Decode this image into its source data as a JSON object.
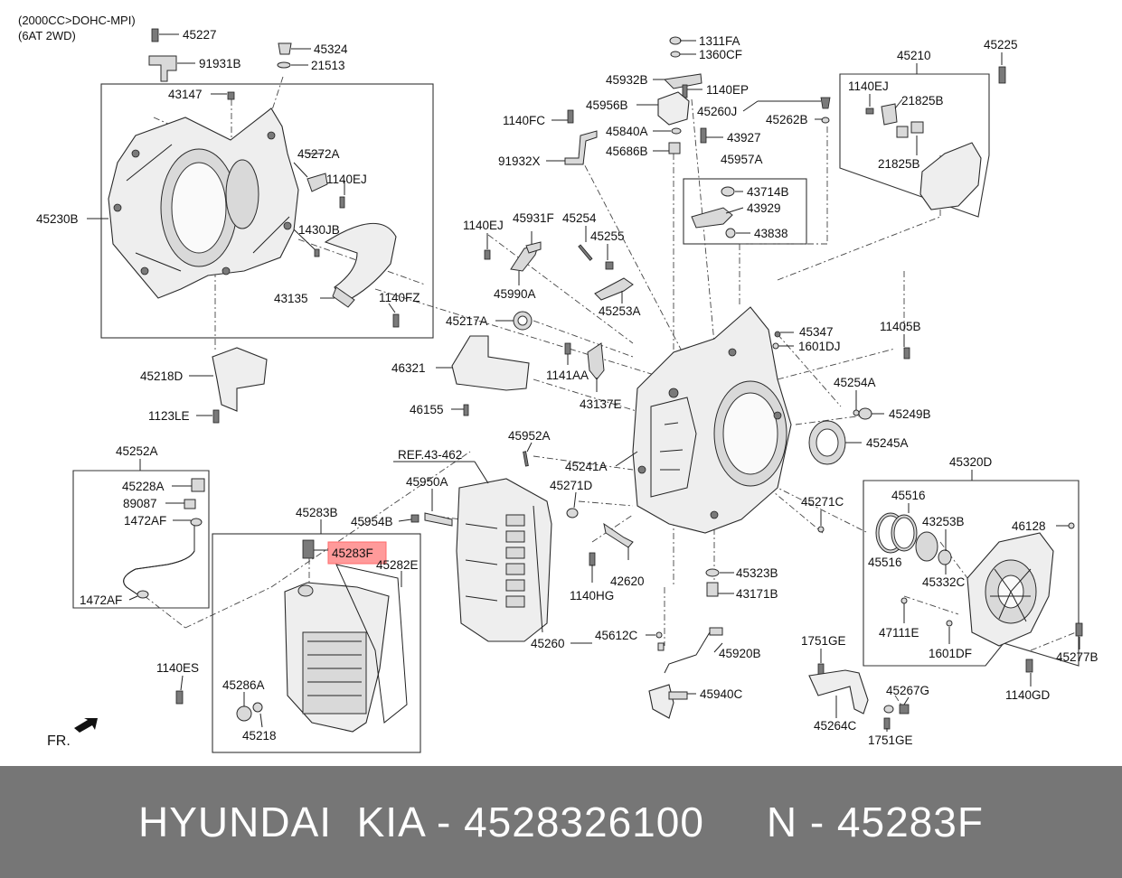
{
  "header": {
    "line1": "(2000CC>DOHC-MPI)",
    "line2": "(6AT 2WD)"
  },
  "ref_label": "REF.43-462",
  "fr_label": "FR.",
  "highlighted_part": "45283F",
  "highlight_color": "#ff9a9a",
  "labels": [
    "45227",
    "91931B",
    "45324",
    "21513",
    "43147",
    "45230B",
    "45272A",
    "1140EJ",
    "1430JB",
    "43135",
    "1140FZ",
    "45218D",
    "1123LE",
    "1311FA",
    "1360CF",
    "45932B",
    "1140EP",
    "45956B",
    "1140FC",
    "45840A",
    "45686B",
    "91932X",
    "45260J",
    "45262B",
    "43927",
    "45957A",
    "43714B",
    "43929",
    "43838",
    "45210",
    "45225",
    "1140EJ",
    "21825B",
    "21825B",
    "1140EJ",
    "45931F",
    "45254",
    "45255",
    "45990A",
    "45253A",
    "45217A",
    "45347",
    "1601DJ",
    "11405B",
    "46321",
    "1141AA",
    "43137E",
    "46155",
    "45254A",
    "45249B",
    "45952A",
    "45245A",
    "45252A",
    "45241A",
    "45228A",
    "89087",
    "1472AF",
    "1472AF",
    "45950A",
    "45271D",
    "45283B",
    "45954B",
    "45283F",
    "45282E",
    "42620",
    "1140HG",
    "45323B",
    "43171B",
    "45271C",
    "45320D",
    "45516",
    "43253B",
    "46128",
    "45516",
    "45332C",
    "47111E",
    "1601DF",
    "45277B",
    "45260",
    "45612C",
    "45920B",
    "1751GE",
    "1140ES",
    "45286A",
    "45218",
    "45940C",
    "45267G",
    "45264C",
    "1751GE",
    "1140GD"
  ],
  "banner": {
    "brand": "HYUNDAI  KIA - 4528326100     N - 45283F"
  }
}
